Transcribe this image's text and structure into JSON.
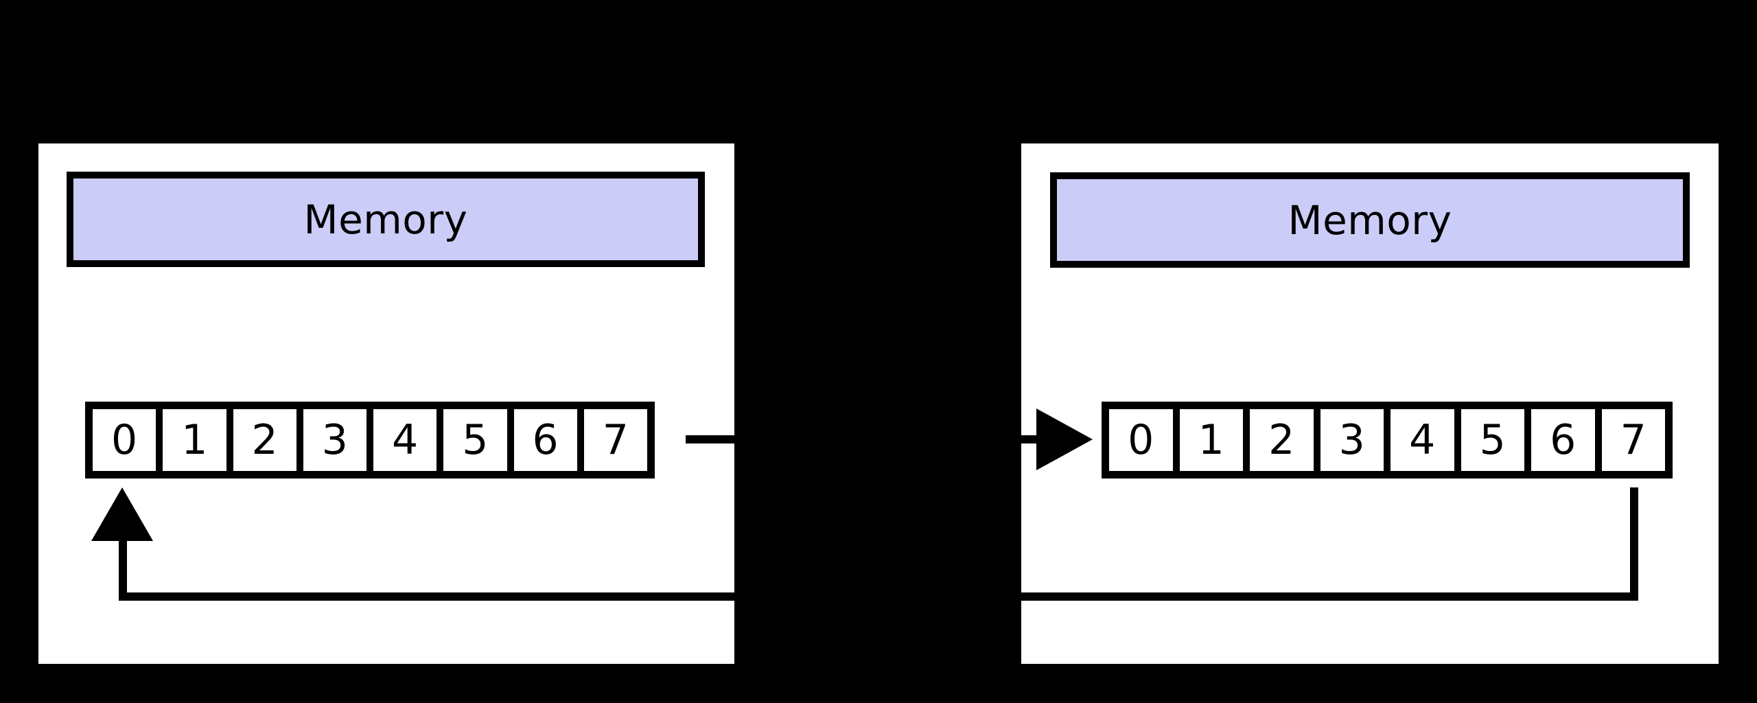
{
  "colors": {
    "canvas_bg": "#000000",
    "panel_bg": "#ffffff",
    "header_fill": "#ccccf8",
    "line": "#000000",
    "text": "#000000"
  },
  "left_panel": {
    "title": "Memory",
    "cells": [
      "0",
      "1",
      "2",
      "3",
      "4",
      "5",
      "6",
      "7"
    ]
  },
  "right_panel": {
    "title": "Memory",
    "cells": [
      "0",
      "1",
      "2",
      "3",
      "4",
      "5",
      "6",
      "7"
    ]
  },
  "icons": {
    "left_input_arrow": "up-arrow-icon",
    "right_input_arrow": "right-arrow-icon"
  }
}
